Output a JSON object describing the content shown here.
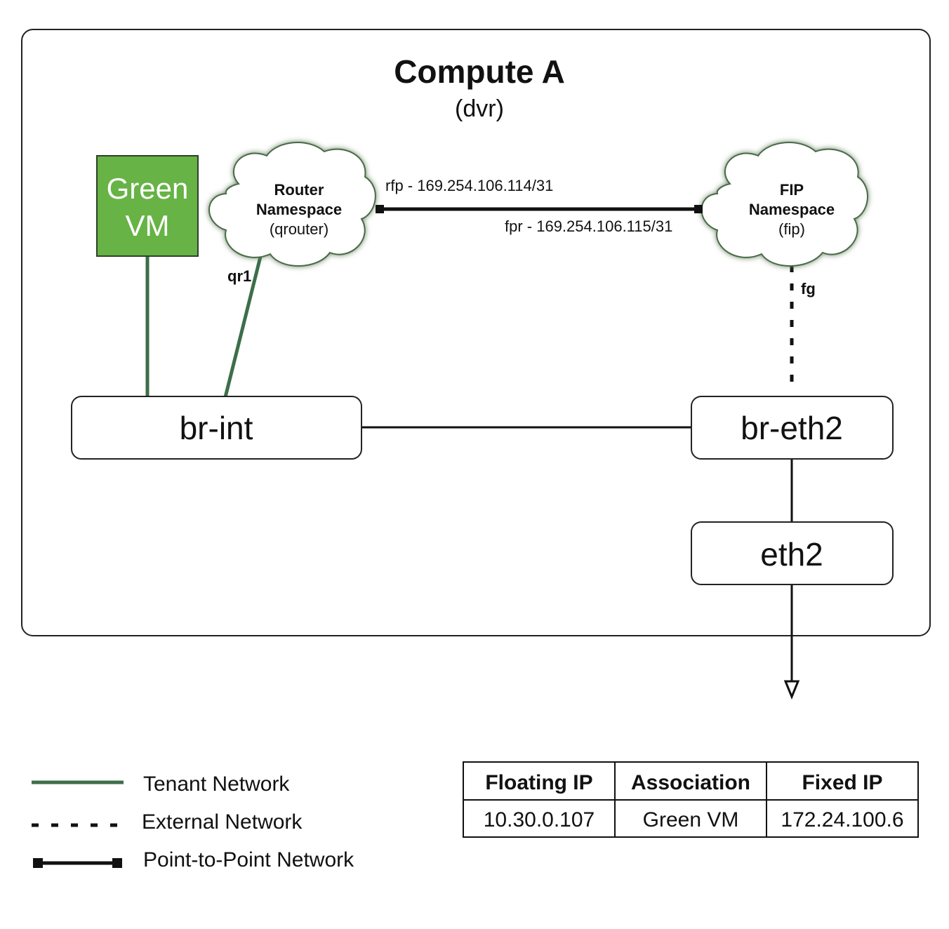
{
  "compute": {
    "title": "Compute A",
    "subtitle": "(dvr)"
  },
  "vm": {
    "line1": "Green",
    "line2": "VM",
    "color": "#67b346"
  },
  "router_ns": {
    "line1": "Router",
    "line2": "Namespace",
    "line3": "(qrouter)"
  },
  "fip_ns": {
    "line1": "FIP",
    "line2": "Namespace",
    "line3": "(fip)"
  },
  "links": {
    "rfp": "rfp - 169.254.106.114/31",
    "fpr": "fpr - 169.254.106.115/31",
    "qr1": "qr1",
    "fg": "fg"
  },
  "bridges": {
    "br_int": "br-int",
    "br_eth2": "br-eth2",
    "eth2": "eth2"
  },
  "legend": [
    {
      "label": "Tenant Network",
      "style": "tenant",
      "color": "#3d6e4a"
    },
    {
      "label": "External Network",
      "style": "dashed",
      "color": "#111111"
    },
    {
      "label": "Point-to-Point Network",
      "style": "p2p",
      "color": "#111111"
    }
  ],
  "table": {
    "headers": [
      "Floating IP",
      "Association",
      "Fixed IP"
    ],
    "rows": [
      [
        "10.30.0.107",
        "Green VM",
        "172.24.100.6"
      ]
    ]
  },
  "colors": {
    "tenant_line": "#3d6e4a",
    "cloud_glow": "#5c7a55"
  }
}
